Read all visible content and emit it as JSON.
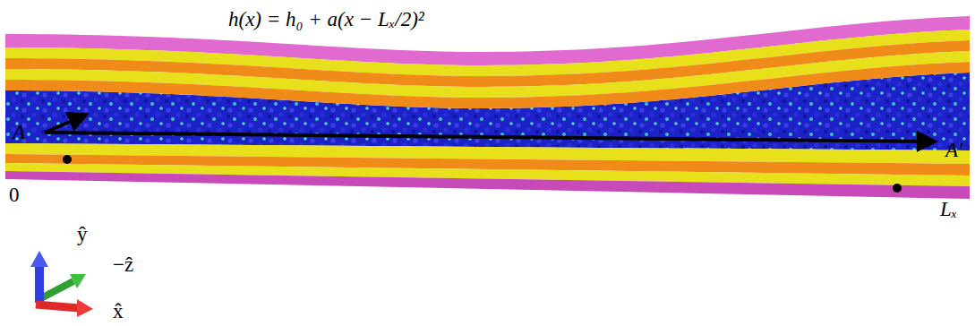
{
  "diagram": {
    "labels": [
      "h(x) = h₀ + a(x − Lₓ/2)²",
      "A",
      "A′",
      "0",
      "Lₓ",
      "ŷ",
      "−ẑ",
      "x̂"
    ]
  }
}
